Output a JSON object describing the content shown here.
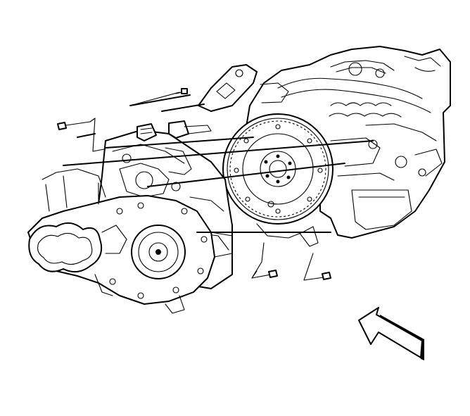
{
  "diagram": {
    "title": "",
    "components": [
      "transfer-case",
      "transmission-housing",
      "engine-block",
      "flywheel",
      "torque-converter-hub",
      "transmission-bolts",
      "front-direction-arrow"
    ],
    "icons": {
      "direction_arrow": "front-direction-arrow-icon",
      "bolt": "bolt-icon"
    },
    "colors": {
      "line": "#000000",
      "background": "#ffffff"
    }
  }
}
